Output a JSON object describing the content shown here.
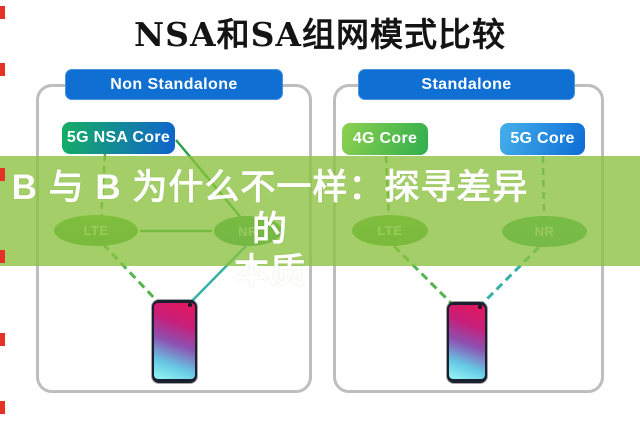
{
  "title": "NSA和SA组网模式比较",
  "overlay": {
    "line1": "B 与 B 为什么不一样：探寻差异的",
    "line2": "本质"
  },
  "left_panel": {
    "header": "Non Standalone",
    "core": "5G NSA Core",
    "lte": "LTE",
    "nr": "NR"
  },
  "right_panel": {
    "header": "Standalone",
    "core_4g": "4G Core",
    "core_5g": "5G Core",
    "lte": "LTE",
    "nr": "NR"
  },
  "colors": {
    "header_blue": "#0f6fd2",
    "band_green": "#8bc13d",
    "core_gradient_green": "#15ae62",
    "core_gradient_blue": "#0f63cf",
    "node_green": "#4aa83a",
    "line_green": "#3aaa4c",
    "line_teal": "#35b2a8",
    "panel_border": "#bdbdc2",
    "phone_screen_pink": "#e0185e",
    "phone_screen_cyan": "#8deef2"
  }
}
